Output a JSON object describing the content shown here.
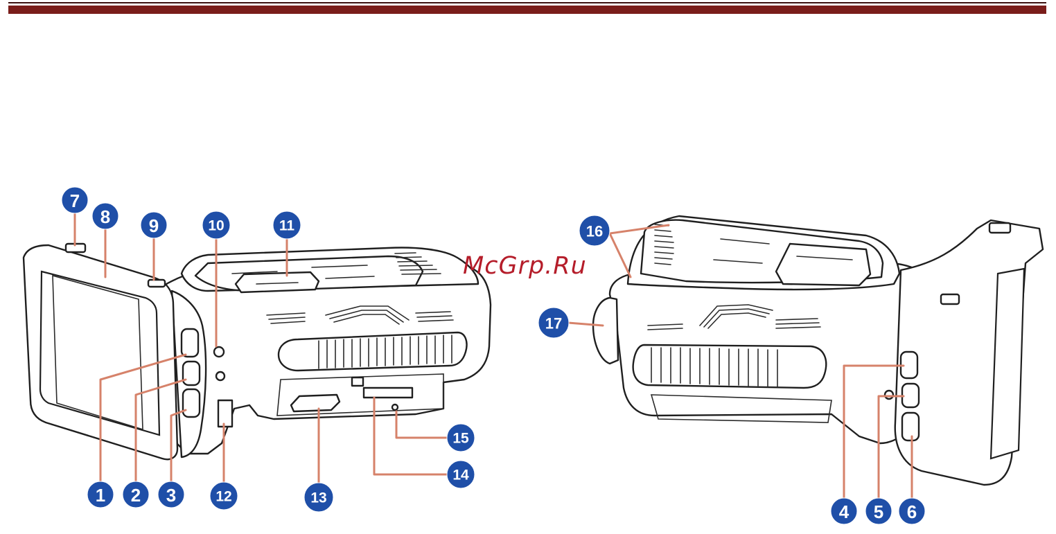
{
  "watermark": {
    "text": "McGrp.Ru",
    "color": "#b51d2a"
  },
  "colors": {
    "rule_dark": "#3b1110",
    "rule_red": "#7a1d1a",
    "callout_fill": "#1f4fa8",
    "leader": "#d6826a",
    "outline": "#1f1f1f"
  },
  "callouts": [
    {
      "id": "c1",
      "label": "1"
    },
    {
      "id": "c2",
      "label": "2"
    },
    {
      "id": "c3",
      "label": "3"
    },
    {
      "id": "c4",
      "label": "4"
    },
    {
      "id": "c5",
      "label": "5"
    },
    {
      "id": "c6",
      "label": "6"
    },
    {
      "id": "c7",
      "label": "7"
    },
    {
      "id": "c8",
      "label": "8"
    },
    {
      "id": "c9",
      "label": "9"
    },
    {
      "id": "c10",
      "label": "10"
    },
    {
      "id": "c11",
      "label": "11"
    },
    {
      "id": "c12",
      "label": "12"
    },
    {
      "id": "c13",
      "label": "13"
    },
    {
      "id": "c14",
      "label": "14"
    },
    {
      "id": "c15",
      "label": "15"
    },
    {
      "id": "c16",
      "label": "16"
    },
    {
      "id": "c17",
      "label": "17"
    }
  ]
}
